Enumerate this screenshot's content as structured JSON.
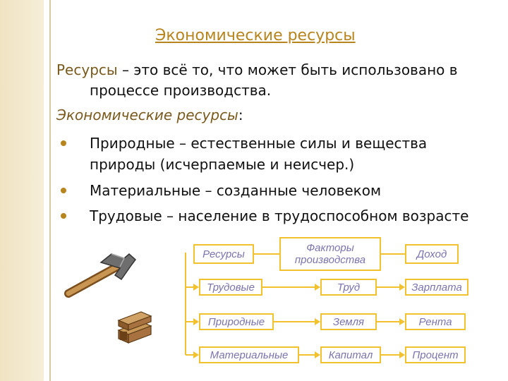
{
  "title": "Экономические ресурсы",
  "definition": {
    "term": "Ресурсы",
    "rest_line1": " – это всё то, что может быть использовано в",
    "line2": "процессе производства."
  },
  "econ_heading": {
    "term": "Экономические ресурсы",
    "colon": ":"
  },
  "bullets": [
    {
      "line1": "Природные – естественные силы и вещества",
      "line2": "природы (исчерпаемые и неисчер.)"
    },
    {
      "line1": "Материальные – созданные человеком"
    },
    {
      "line1": "Трудовые – население в трудоспособном возрасте"
    }
  ],
  "diagram": {
    "header": {
      "resources": "Ресурсы",
      "factors_line1": "Факторы",
      "factors_line2": "производства",
      "income": "Доход"
    },
    "rows": [
      {
        "resource": "Трудовые",
        "factor": "Труд",
        "income": "Зарплата"
      },
      {
        "resource": "Природные",
        "factor": "Земля",
        "income": "Рента"
      },
      {
        "resource": "Материальные",
        "factor": "Капитал",
        "income": "Процент"
      }
    ]
  },
  "icons": [
    "hammer-icon",
    "lumber-icon"
  ],
  "colors": {
    "accent": "#b7841d",
    "box_border": "#f2c12e",
    "box_text": "#7b74ad",
    "connector": "#f2c12e"
  }
}
